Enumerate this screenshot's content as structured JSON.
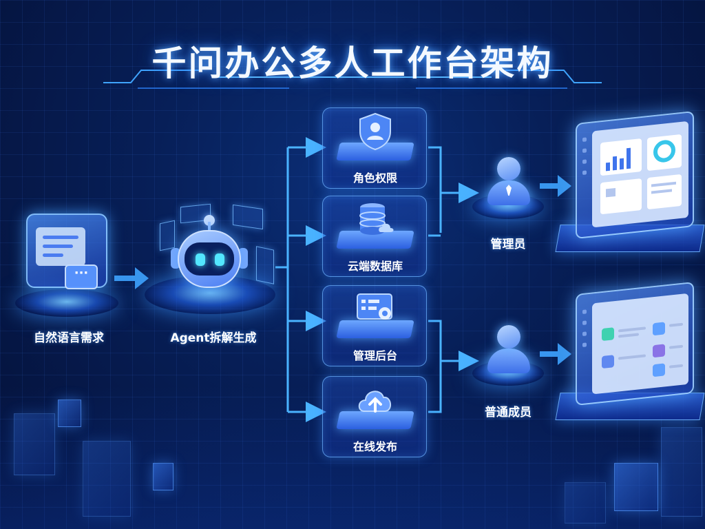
{
  "title": "千问办公多人工作台架构",
  "nodes": {
    "input": {
      "label": "自然语言需求"
    },
    "agent": {
      "label": "Agent拆解生成"
    }
  },
  "modules": [
    {
      "label": "角色权限",
      "icon": "shield-user-icon"
    },
    {
      "label": "云端数据库",
      "icon": "database-cloud-icon"
    },
    {
      "label": "管理后台",
      "icon": "admin-dashboard-icon"
    },
    {
      "label": "在线发布",
      "icon": "cloud-upload-icon"
    }
  ],
  "users": [
    {
      "label": "管理员",
      "icon": "admin-user-icon"
    },
    {
      "label": "普通成员",
      "icon": "member-user-icon"
    }
  ],
  "colors": {
    "background": "#071f58",
    "accent": "#3fa4ff",
    "glow": "#53e6ff"
  }
}
